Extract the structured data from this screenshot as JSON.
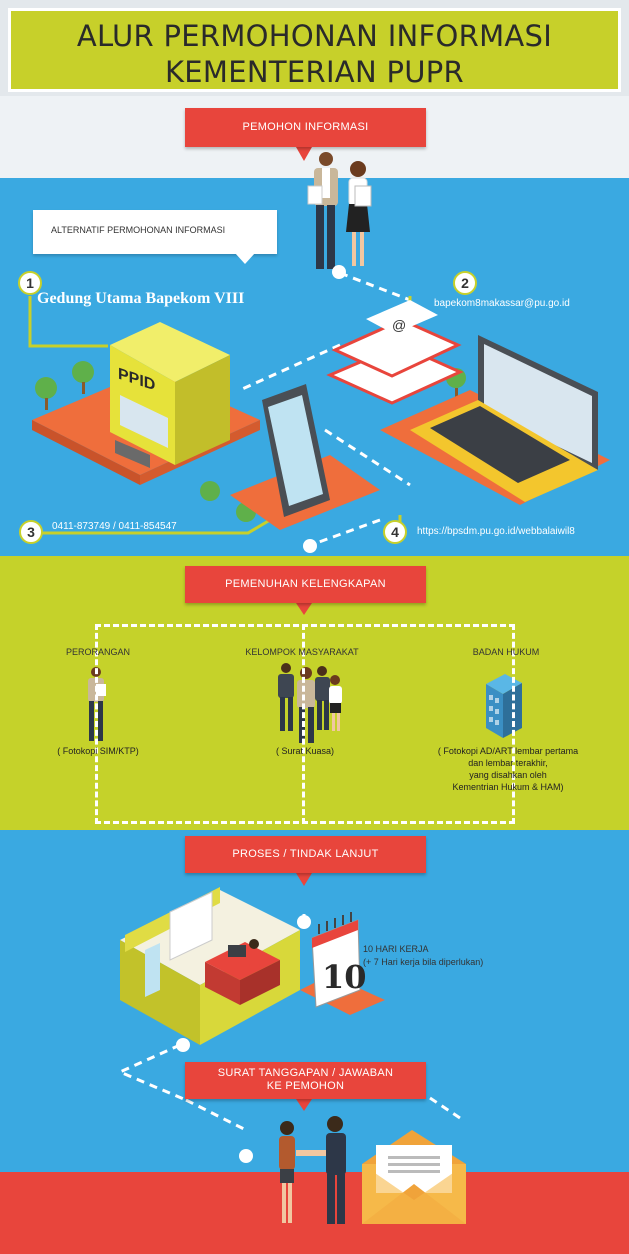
{
  "header": {
    "title_line1": "ALUR PERMOHONAN INFORMASI",
    "title_line2": "KEMENTERIAN PUPR"
  },
  "step1": {
    "banner": "PEMOHON INFORMASI"
  },
  "alternatives": {
    "callout": "ALTERNATIF PERMOHONAN INFORMASI",
    "items": [
      {
        "number": "1",
        "label": "Gedung Utama Bapekom VIII"
      },
      {
        "number": "2",
        "label": "bapekom8makassar@pu.go.id"
      },
      {
        "number": "3",
        "label": "0411-873749 / 0411-854547"
      },
      {
        "number": "4",
        "label": "https://bpsdm.pu.go.id/webbalaiwil8"
      }
    ],
    "building_sign": "PPID",
    "email_symbol": "@"
  },
  "step2": {
    "banner": "PEMENUHAN KELENGKAPAN",
    "categories": [
      {
        "title": "PERORANGAN",
        "desc": "( Fotokopi SIM/KTP)"
      },
      {
        "title": "KELOMPOK MASYARAKAT",
        "desc": "( Surat Kuasa)"
      },
      {
        "title": "BADAN HUKUM",
        "desc_lines": [
          "( Fotokopi AD/ART lembar pertama",
          "dan lembar terakhir,",
          "yang disahkan oleh",
          "Kementrian Hukum & HAM)"
        ]
      }
    ]
  },
  "step3": {
    "banner": "PROSES / TINDAK LANJUT",
    "calendar_number": "10",
    "days_line1": "10 HARI KERJA",
    "days_line2": "(+ 7 Hari kerja bila diperlukan)"
  },
  "step4": {
    "banner_line1": "SURAT TANGGAPAN / JAWABAN",
    "banner_line2": "KE PEMOHON"
  },
  "colors": {
    "blue": "#3aa9e1",
    "green": "#c5d22a",
    "red": "#e8453c",
    "orange": "#ef6e3c",
    "yellow": "#e6e23a"
  }
}
